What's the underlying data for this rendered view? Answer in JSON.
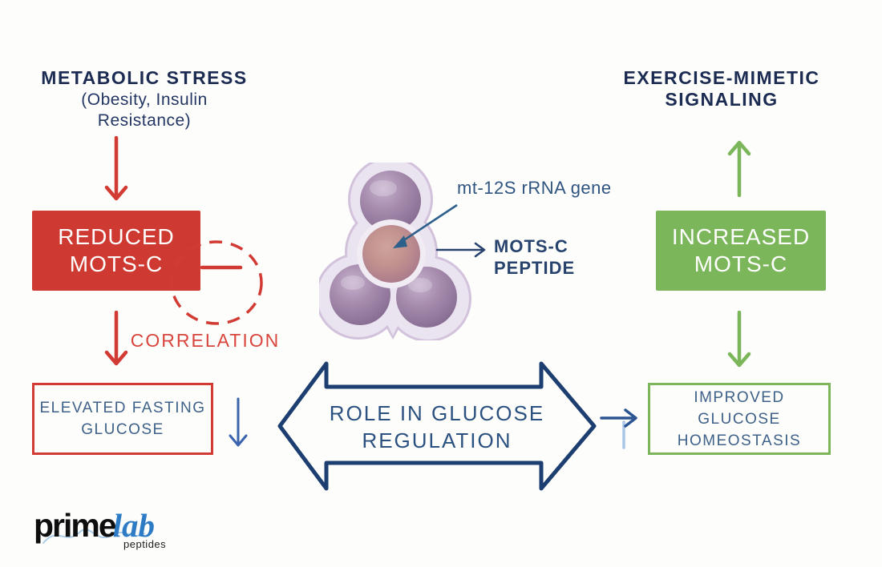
{
  "diagram": {
    "left": {
      "heading": "METABOLIC STRESS",
      "subheading": {
        "line1": "(Obesity, Insulin",
        "line2": "Resistance)"
      },
      "reduced_box": {
        "line1": "REDUCED",
        "line2": "MOTS-C"
      },
      "correlation_label": "CORRELATION",
      "elevated_box": {
        "line1": "ELEVATED FASTING",
        "line2": "GLUCOSE"
      }
    },
    "center": {
      "gene_label": "mt-12S rRNA gene",
      "peptide_label": {
        "line1": "MOTS-C",
        "line2": "PEPTIDE"
      },
      "role_arrow": {
        "line1": "ROLE IN GLUCOSE",
        "line2": "REGULATION"
      }
    },
    "right": {
      "heading": {
        "line1": "EXERCISE-MIMETIC",
        "line2": "SIGNALING"
      },
      "increased_box": {
        "line1": "INCREASED",
        "line2": "MOTS-C"
      },
      "improved_box": {
        "line1": "IMPROVED GLUCOSE",
        "line2": "HOMEOSTASIS"
      }
    },
    "logo": {
      "prime": "prime",
      "lab": "lab",
      "tagline": "peptides"
    },
    "colors": {
      "navy_heading": "#1b2b52",
      "box_text_blue": "#3e6189",
      "red": "#ce3a32",
      "green": "#7cb65b",
      "arrow_blue": "#3a64ad",
      "dark_arrow_navy": "#1c3e70",
      "logo_blue": "#2e7bc5"
    },
    "icons": {
      "red_down_arrow": "↓",
      "blue_down_arrow": "↓",
      "green_up_arrow": "↑",
      "green_down_arrow": "↓",
      "blue_right_arrow": "→",
      "minus_inhibition": "−",
      "inhibition_circle": "dashed-circle",
      "double_headed_arrow": "↔",
      "mitochondria": "organelle-illustration"
    }
  }
}
